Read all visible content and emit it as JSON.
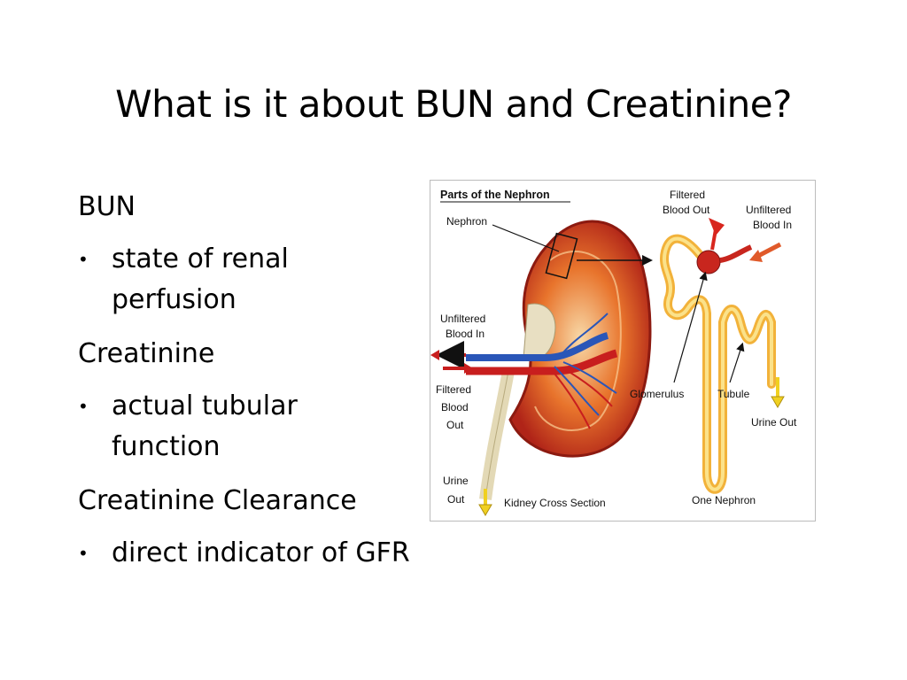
{
  "slide": {
    "title": "What is it about BUN and Creatinine?",
    "sections": [
      {
        "heading": "BUN",
        "bullets": [
          "state of renal perfusion"
        ],
        "bullet_lines": [
          [
            "state of renal",
            "perfusion"
          ]
        ]
      },
      {
        "heading": "Creatinine",
        "bullets": [
          "actual tubular function"
        ],
        "bullet_lines": [
          [
            "actual tubular",
            "function"
          ]
        ]
      },
      {
        "heading": "Creatinine Clearance",
        "bullets": [
          "direct indicator of GFR"
        ],
        "bullet_lines": [
          [
            "direct indicator of GFR"
          ]
        ]
      }
    ]
  },
  "figure": {
    "title": "Parts of the Nephron",
    "labels": {
      "nephron": "Nephron",
      "filtered_out_top": [
        "Filtered",
        "Blood Out"
      ],
      "unfiltered_in_top": [
        "Unfiltered",
        "Blood In"
      ],
      "unfiltered_in_left": [
        "Unfiltered",
        "Blood In"
      ],
      "filtered_out_left": [
        "Filtered",
        "Blood",
        "Out"
      ],
      "urine_out_left": [
        "Urine",
        "Out"
      ],
      "glomerulus": "Glomerulus",
      "tubule": "Tubule",
      "urine_out_right": "Urine Out",
      "kidney_cross_section": "Kidney Cross Section",
      "one_nephron": "One Nephron"
    }
  }
}
